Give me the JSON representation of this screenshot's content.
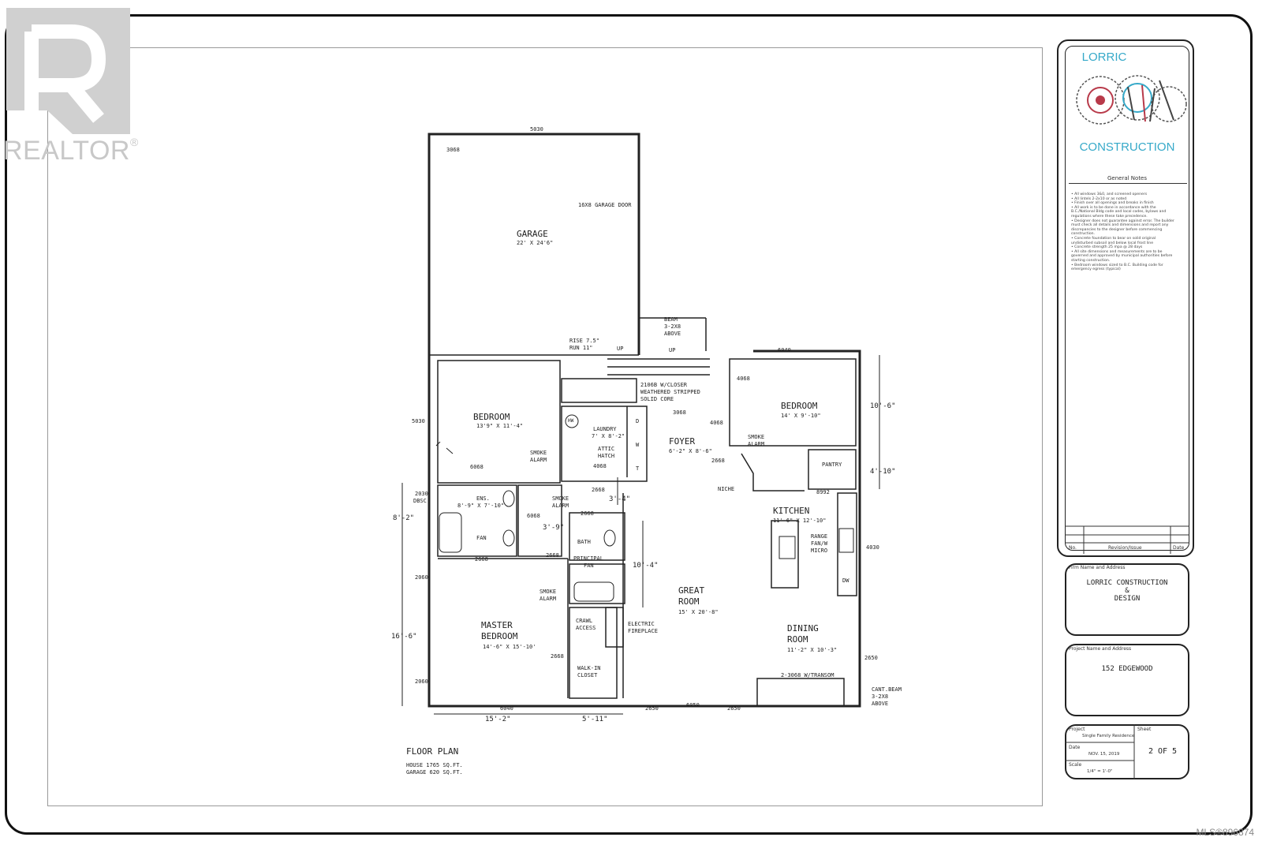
{
  "watermark": {
    "brand": "REALTOR",
    "registered": "®",
    "listing_id": "MLS®896874"
  },
  "title_block": {
    "company_top": "LORRIC",
    "company_bottom": "CONSTRUCTION",
    "general_notes_title": "General Notes",
    "general_notes": [
      "• All windows 3&0, and screened openers",
      "• All lintels 2-2x10 or as noted",
      "• Finish over all openings and breaks in finish",
      "• All work is to be done in accordance with the",
      "B.C./National Bldg code and local codes, bylaws and",
      "regulations where these take precedence.",
      "• Designer does not guarantee against error. The builder",
      "must check all details and dimensions and report any",
      "discrepancies to the designer before commencing",
      "construction.",
      "• Concrete foundation to bear on solid original",
      "undisturbed subsoil and below local frost line",
      "• Concrete strength 25 mpa @ 28 days",
      "• All site dimensions and measurements are to be",
      "governed and approved by municipal authorities before",
      "starting construction.",
      "• Bedroom windows sized to B.C. Building code for",
      "emergency egress (typical)"
    ],
    "revision_headers": {
      "no": "No.",
      "revision": "Revision/Issue",
      "date": "Date"
    },
    "firm_label": "Firm Name and Address",
    "firm_line1": "LORRIC CONSTRUCTION",
    "firm_line2": "&",
    "firm_line3": "DESIGN",
    "project_label": "Project Name and Address",
    "project_value": "152 EDGEWOOD",
    "project_type_label": "Project",
    "project_type": "Single Family Residence",
    "sheet_label": "Sheet",
    "date_label": "Date",
    "date_value": "NOV. 15, 2019",
    "sheet_value": "2 OF 5",
    "scale_label": "Scale",
    "scale_value": "1/4\" = 1'-0\""
  },
  "plan": {
    "rooms": {
      "garage": {
        "name": "GARAGE",
        "size": "22' X 24'6\""
      },
      "bedroom1": {
        "name": "BEDROOM",
        "size": "13'9\" X 11'-4\""
      },
      "bedroom2": {
        "name": "BEDROOM",
        "size": "14' X 9'-10\""
      },
      "laundry": {
        "name": "LAUNDRY",
        "size": "7' X 8'-2\""
      },
      "foyer": {
        "name": "FOYER",
        "size": "6'-2\" X 8'-6\""
      },
      "kitchen": {
        "name": "KITCHEN",
        "size": "11'-6\" X 12'-10\""
      },
      "great_room_l1": "GREAT",
      "great_room_l2": "ROOM",
      "great_room_size": "15' X 20'-8\"",
      "dining_l1": "DINING",
      "dining_l2": "ROOM",
      "dining_size": "11'-2\" X 10'-3\"",
      "master_l1": "MASTER",
      "master_l2": "BEDROOM",
      "master_size": "14'-6\" X 15'-10'",
      "ens": "ENS.",
      "ens_size": "8'-9\" X 7'-10\"",
      "pantry": "PANTRY",
      "bath": "BATH",
      "walkin_l1": "WALK-IN",
      "walkin_l2": "CLOSET",
      "crawl_l1": "CRAWL",
      "crawl_l2": "ACCESS"
    },
    "labels": {
      "garage_door": "16X8 GARAGE DOOR",
      "d3068": "3068",
      "beam1": "BEAM",
      "beam2": "3-2X8",
      "beam3": "ABOVE",
      "rise1": "RISE 7.5\"",
      "rise2": "RUN 11\"",
      "up1": "UP",
      "up2": "UP",
      "closer1": "2106B W/CLOSER",
      "closer2": "WEATHERED STRIPPED",
      "closer3": "SOLID CORE",
      "hw": "HW",
      "d": "D",
      "w": "W",
      "t": "T",
      "attic1": "ATTIC",
      "attic2": "HATCH",
      "smoke": "SMOKE",
      "alarm": "ALARM",
      "niche": "NICHE",
      "range1": "RANGE",
      "range2": "FAN/W",
      "range3": "MICRO",
      "dw": "DW",
      "fan": "FAN",
      "principal": "PRINCIPAL",
      "fan2": "FAN",
      "efire1": "ELECTRIC",
      "efire2": "FIREPLACE",
      "transom": "2-3068 W/TRANSOM",
      "cant1": "CANT.BEAM",
      "cant2": "3-2X8",
      "cant3": "ABOVE",
      "dbsc1": "2030",
      "dbsc2": "DBSC.",
      "w5030top": "5030",
      "w5030left": "5030",
      "w6040top": "6040",
      "w4068a": "4068",
      "w4068b": "4068",
      "w4068c": "4068",
      "w3068b": "3068",
      "w6068a": "6068",
      "w6068b": "6068",
      "w2668a": "2668",
      "w2668b": "2668",
      "w2668c": "2668",
      "w2668d": "2668",
      "w2668e": "2668",
      "w2668f": "2668",
      "w8992": "8992",
      "w4030": "4030",
      "w2650a": "2650",
      "w2650b": "2650",
      "w2650c": "2650",
      "w6050": "6050",
      "w6040bot": "6040",
      "w2060a": "2060",
      "w2060b": "2060"
    },
    "dimensions": {
      "d10_6": "10'-6\"",
      "d4_10": "4'-10\"",
      "d8_2": "8'-2\"",
      "d16_6": "16'-6\"",
      "d3_4": "3'-4\"",
      "d3_9": "3'-9\"",
      "d10_4": "10'-4\"",
      "d15_2": "15'-2\"",
      "d5_11": "5'-11\""
    },
    "footer": {
      "title": "FLOOR PLAN",
      "house": "HOUSE 1765 SQ.FT.",
      "garage": "GARAGE 620 SQ.FT."
    }
  }
}
